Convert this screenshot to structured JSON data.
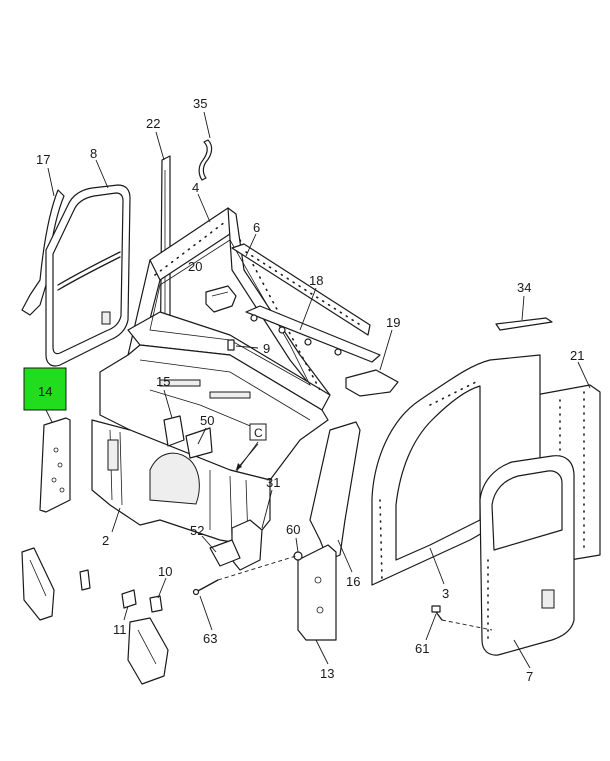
{
  "diagram": {
    "callouts": {
      "c35": "35",
      "c22": "22",
      "c17": "17",
      "c8": "8",
      "c4": "4",
      "c6": "6",
      "c20": "20",
      "c18": "18",
      "c34": "34",
      "c19": "19",
      "c9": "9",
      "c21": "21",
      "c14": "14",
      "c15": "15",
      "c50": "50",
      "cC": "C",
      "c31": "31",
      "c2": "2",
      "c52": "52",
      "c60": "60",
      "c16": "16",
      "c3": "3",
      "c10": "10",
      "c11": "11",
      "c63": "63",
      "c61": "61",
      "c13": "13",
      "c7": "7"
    },
    "highlight_color": "#22dd1e",
    "highlighted_callout": "14"
  }
}
